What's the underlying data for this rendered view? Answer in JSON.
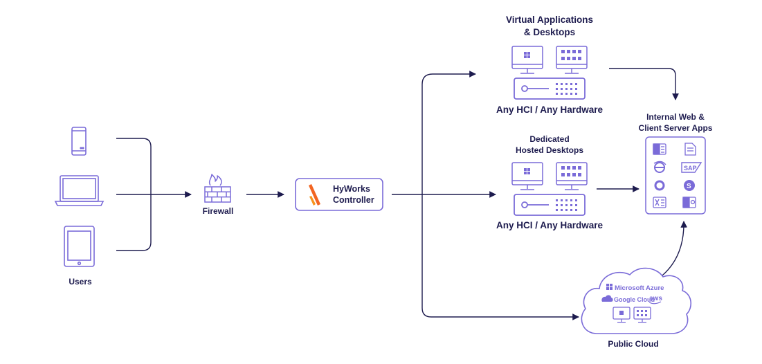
{
  "nodes": {
    "users": {
      "label": "Users"
    },
    "firewall": {
      "label": "Firewall"
    },
    "controller": {
      "line1": "HyWorks",
      "line2": "Controller"
    },
    "virtual_apps": {
      "title_line1": "Virtual Applications",
      "title_line2": "& Desktops",
      "hardware_label": "Any HCI / Any Hardware"
    },
    "dedicated": {
      "title_line1": "Dedicated",
      "title_line2": "Hosted Desktops",
      "hardware_label": "Any HCI / Any Hardware"
    },
    "internal_apps": {
      "title_line1": "Internal Web &",
      "title_line2": "Client Server Apps"
    },
    "public_cloud": {
      "label": "Public Cloud",
      "providers": [
        "Microsoft Azure",
        "Google Cloud",
        "aws"
      ]
    }
  },
  "colors": {
    "line": "#1d1b4e",
    "icon": "#7a6bd8",
    "accent": "#f26522",
    "accent2": "#f7941d",
    "text": "#1d1b4e"
  }
}
